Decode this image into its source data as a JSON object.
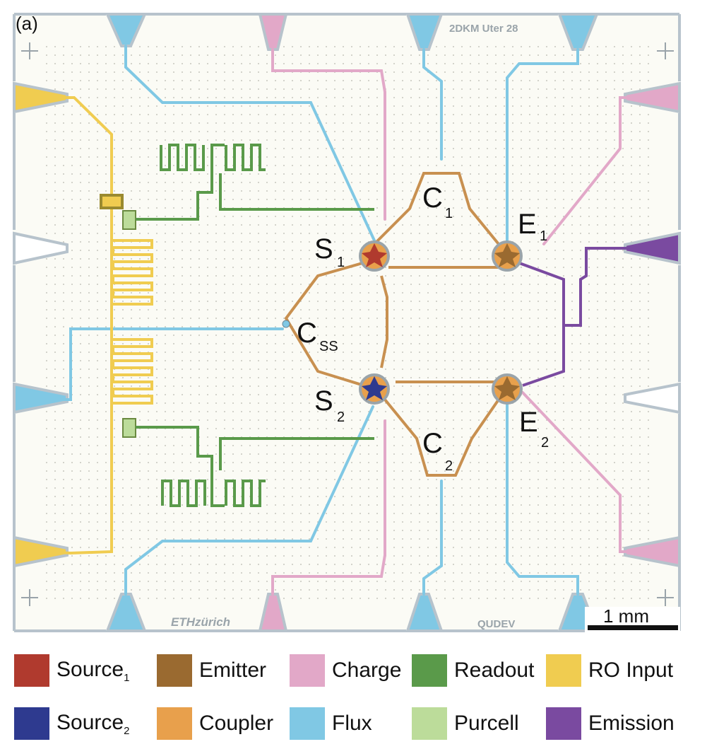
{
  "panel_label": "(a)",
  "chip_id": "2DKM Uter 28",
  "logos": {
    "eth": "ETHzürich",
    "qudev": "QUDEV"
  },
  "scale_bar": "1 mm",
  "node_labels": {
    "S1": {
      "main": "S",
      "sub": "1"
    },
    "S2": {
      "main": "S",
      "sub": "2"
    },
    "C1": {
      "main": "C",
      "sub": "1"
    },
    "C2": {
      "main": "C",
      "sub": "2"
    },
    "E1": {
      "main": "E",
      "sub": "1"
    },
    "E2": {
      "main": "E",
      "sub": "2"
    },
    "CSS": {
      "main": "C",
      "sub": "SS"
    }
  },
  "colors": {
    "source1": "#b03a2e",
    "source2": "#2e3a8f",
    "emitter": "#9a6a30",
    "coupler": "#e8a04c",
    "charge": "#e2a8c8",
    "flux": "#80c8e4",
    "readout": "#5a9a4a",
    "purcell": "#bcdc9a",
    "ro_input": "#f0cc50",
    "emission": "#7a4aa0",
    "ground_plane": "#fbfbf5",
    "pad_frame": "#b7c3cc"
  },
  "legend": [
    {
      "label": "Source",
      "sub": "1",
      "color_key": "source1"
    },
    {
      "label": "Emitter",
      "sub": "",
      "color_key": "emitter"
    },
    {
      "label": "Charge",
      "sub": "",
      "color_key": "charge"
    },
    {
      "label": "Readout",
      "sub": "",
      "color_key": "readout"
    },
    {
      "label": "RO Input",
      "sub": "",
      "color_key": "ro_input"
    },
    {
      "label": "Source",
      "sub": "2",
      "color_key": "source2"
    },
    {
      "label": "Coupler",
      "sub": "",
      "color_key": "coupler"
    },
    {
      "label": "Flux",
      "sub": "",
      "color_key": "flux"
    },
    {
      "label": "Purcell",
      "sub": "",
      "color_key": "purcell"
    },
    {
      "label": "Emission",
      "sub": "",
      "color_key": "emission"
    }
  ]
}
